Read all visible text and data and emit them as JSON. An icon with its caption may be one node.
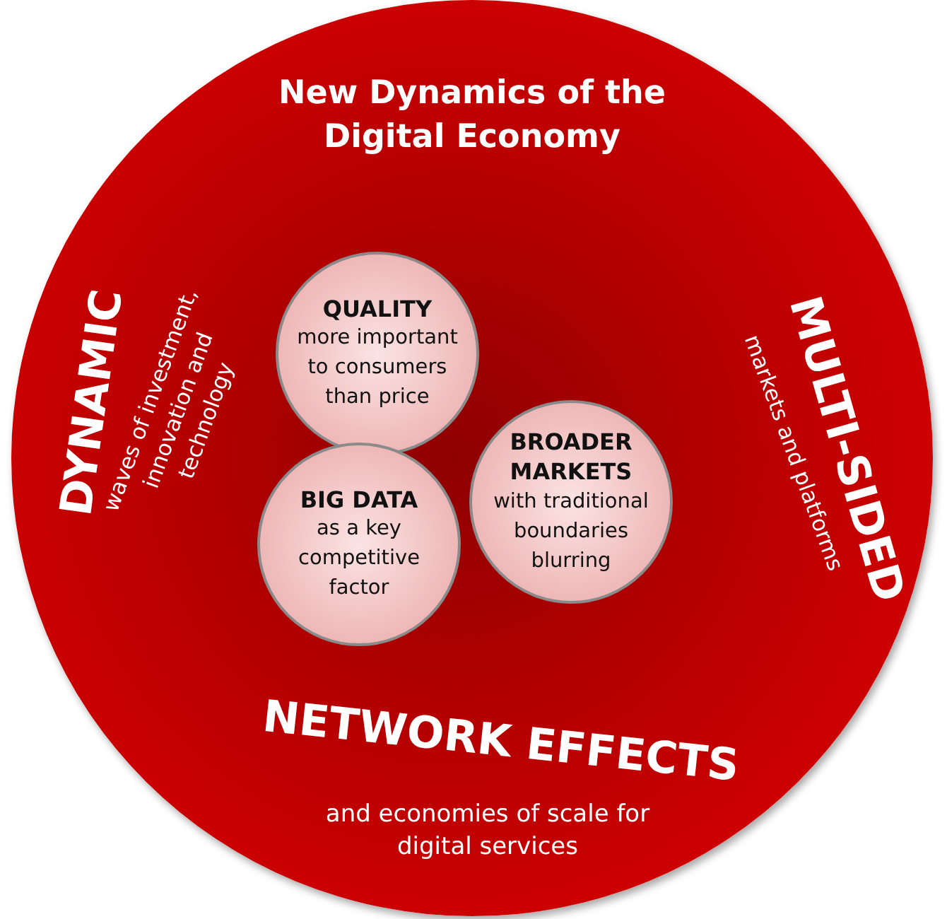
{
  "diagram": {
    "nodes": [
      {
        "text": [
          "New Dynamics of the Digital Economy",
          "DYNAMIC",
          "waves of investment, innovation and technology",
          "MULTI-SIDED",
          "markets and platforms",
          "NETWORK EFFECTS",
          "and economies of scale for digital services"
        ]
      },
      {
        "text": [
          "QUALITY",
          "more important to consumers than price"
        ],
        "in": 0
      },
      {
        "text": [
          "BROADER MARKETS",
          "with traditional boundaries blurring"
        ],
        "in": 0
      },
      {
        "text": [
          "BIG DATA",
          "as a key competitive factor"
        ],
        "in": 0
      }
    ]
  }
}
